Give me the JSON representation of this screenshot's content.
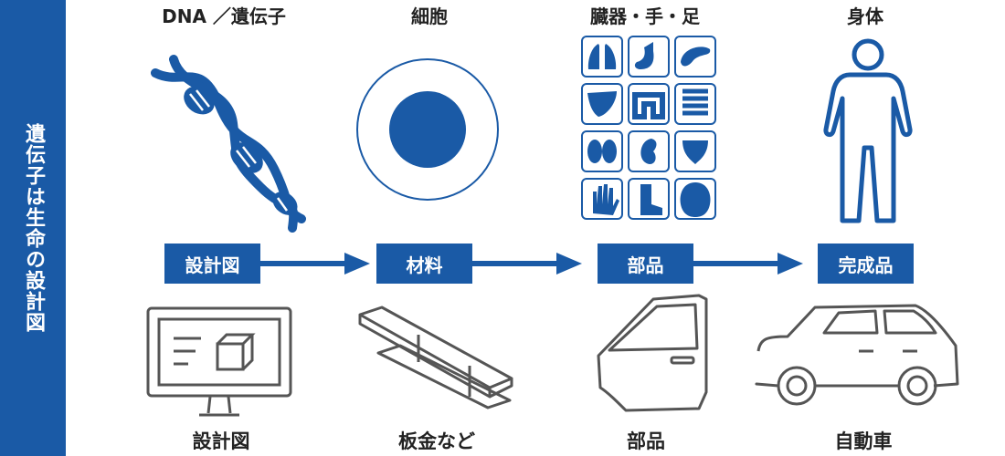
{
  "sidebar": {
    "title": "遺伝子は生命の設計図"
  },
  "top_row": {
    "col1": "DNA ／遺伝子",
    "col2": "細胞",
    "col3": "臓器・手・足",
    "col4": "身体"
  },
  "stages": {
    "stage1": "設計図",
    "stage2": "材料",
    "stage3": "部品",
    "stage4": "完成品"
  },
  "bottom_row": {
    "col1": "設計図",
    "col2": "板金など",
    "col3": "部品",
    "col4": "自動車"
  },
  "colors": {
    "accent": "#1a5aa6",
    "gray": "#555555"
  },
  "icons": [
    "dna-icon",
    "cell-icon",
    "lungs-icon",
    "stomach-icon",
    "pancreas-icon",
    "liver-icon",
    "colon-icon",
    "intestine-icon",
    "kidneys-icon",
    "kidney-icon",
    "bladder-icon",
    "hand-icon",
    "foot-icon",
    "head-icon",
    "human-body-icon",
    "monitor-icon",
    "steel-beam-icon",
    "car-door-icon",
    "car-icon"
  ]
}
